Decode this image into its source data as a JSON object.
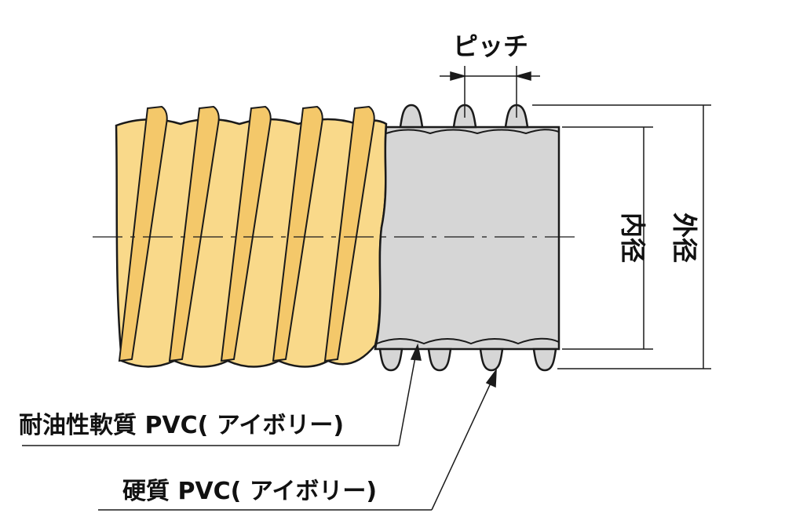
{
  "labels": {
    "pitch": "ピッチ",
    "inner_diameter": "内径",
    "outer_diameter": "外径",
    "soft_material": "耐油性軟質 PVC( アイボリー)",
    "hard_material": "硬質 PVC( アイボリー)"
  },
  "colors": {
    "hose_outer": "#f9d98a",
    "hose_section": "#d6d6d6",
    "rib": "#d6d6d6",
    "outline": "#1a1a1a"
  }
}
